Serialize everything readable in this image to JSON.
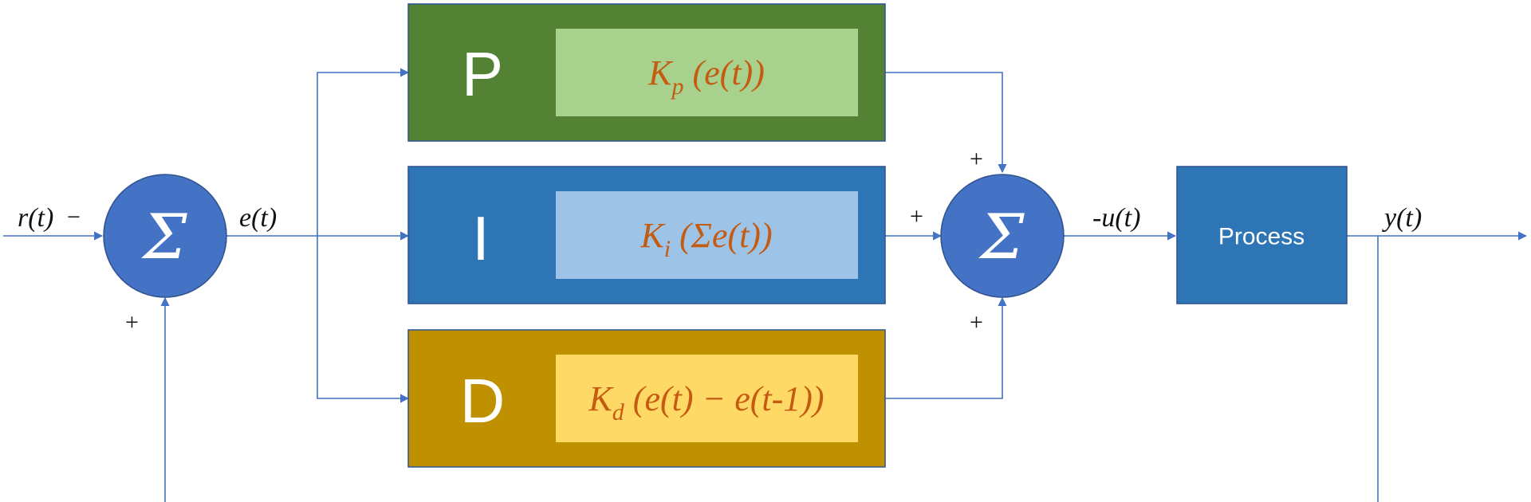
{
  "colors": {
    "line": "#4472C4",
    "sum_node_fill": "#4472C4",
    "sum_node_stroke": "#2F528F",
    "p_block": "#548235",
    "p_inner": "#A9D18E",
    "i_block": "#2E75B6",
    "i_inner": "#9DC3E6",
    "d_block": "#BF9000",
    "d_inner": "#FFD966",
    "process_block": "#2E75B6",
    "formula_text": "#C55A11",
    "block_letter": "#ffffff"
  },
  "signals": {
    "reference": "r(t)",
    "error": "e(t)",
    "control": "-u(t)",
    "output": "y(t)"
  },
  "signs": {
    "reference_minus": "−",
    "feedback_plus": "+",
    "p_plus": "+",
    "i_plus": "+",
    "d_plus": "+"
  },
  "sum_symbol": "Σ",
  "blocks": {
    "p": {
      "letter": "P",
      "gain": "K",
      "subscript": "p",
      "expression": " (e(t))"
    },
    "i": {
      "letter": "I",
      "gain": "K",
      "subscript": "i",
      "expression": " (Σe(t))"
    },
    "d": {
      "letter": "D",
      "gain": "K",
      "subscript": "d",
      "expression": " (e(t) − e(t-1))"
    },
    "process": {
      "label": "Process"
    }
  }
}
